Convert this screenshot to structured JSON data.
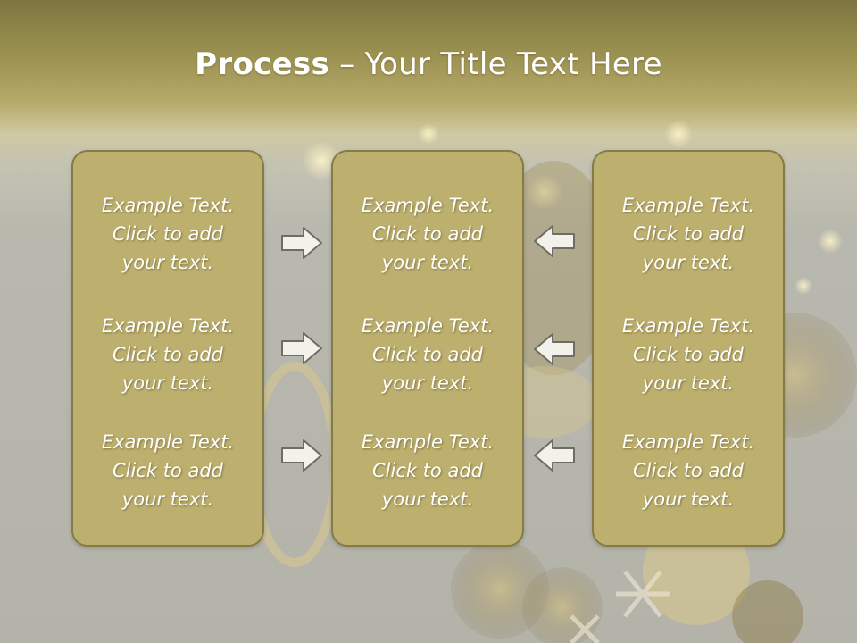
{
  "slide": {
    "title_bold": "Process",
    "title_rest": " – Your Title Text Here"
  },
  "columns": [
    {
      "items": [
        {
          "line1": "Example Text.",
          "line2": "Click  to add",
          "line3": "your text."
        },
        {
          "line1": "Example Text.",
          "line2": "Click  to add",
          "line3": "your text."
        },
        {
          "line1": "Example Text.",
          "line2": "Click  to add",
          "line3": "your text."
        }
      ]
    },
    {
      "items": [
        {
          "line1": "Example Text.",
          "line2": "Click  to add",
          "line3": "your text."
        },
        {
          "line1": "Example Text.",
          "line2": "Click  to add",
          "line3": "your text."
        },
        {
          "line1": "Example Text.",
          "line2": "Click  to add",
          "line3": "your text."
        }
      ]
    },
    {
      "items": [
        {
          "line1": "Example Text.",
          "line2": "Click  to add",
          "line3": "your text."
        },
        {
          "line1": "Example Text.",
          "line2": "Click  to add",
          "line3": "your text."
        },
        {
          "line1": "Example Text.",
          "line2": "Click  to add",
          "line3": "your text."
        }
      ]
    }
  ],
  "arrows": {
    "left_group": "right-arrow-icon",
    "right_group": "left-arrow-icon"
  },
  "colors": {
    "box_fill": "#bdb06e",
    "box_border": "#837c48",
    "title_band": "#9a9050"
  }
}
